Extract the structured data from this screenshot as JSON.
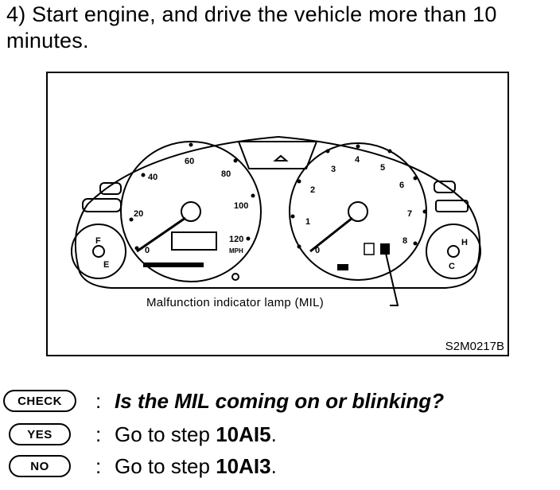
{
  "step": {
    "text": "4) Start engine, and drive the vehicle more than 10 minutes."
  },
  "figure": {
    "caption": "Malfunction indicator lamp (MIL)",
    "code": "S2M0217B",
    "speedometer_marks": [
      "0",
      "20",
      "40",
      "60",
      "80",
      "100",
      "120"
    ],
    "speedometer_unit": "MPH",
    "tachometer_marks": [
      "0",
      "1",
      "2",
      "3",
      "4",
      "5",
      "6",
      "7",
      "8"
    ],
    "fuel_marks": [
      "F",
      "E"
    ],
    "temp_marks": [
      "H",
      "C"
    ]
  },
  "check": {
    "badge": "CHECK",
    "question": "Is the MIL coming on or blinking?"
  },
  "yes": {
    "badge": "YES",
    "prefix": "Go to step ",
    "target": "10AI5",
    "suffix": "."
  },
  "no": {
    "badge": "NO",
    "prefix": "Go to step ",
    "target": "10AI3",
    "suffix": "."
  }
}
